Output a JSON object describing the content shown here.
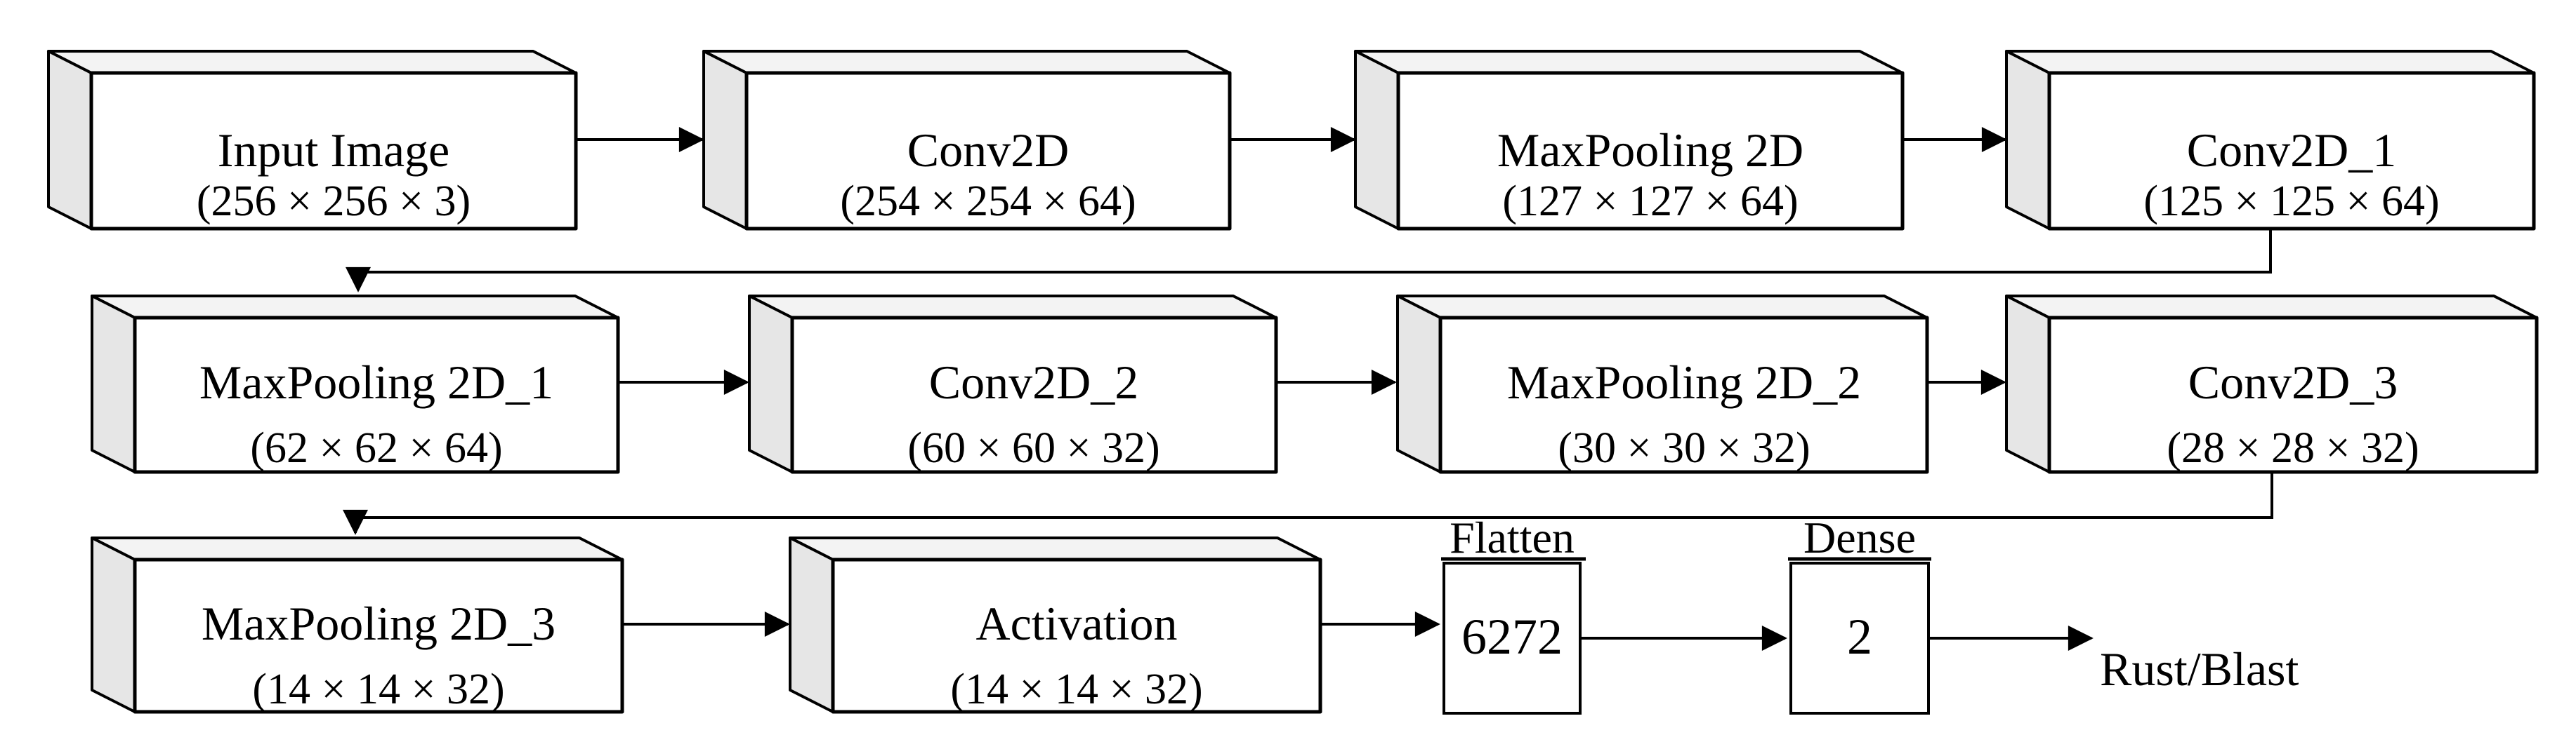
{
  "diagram": {
    "description": "CNN architecture flow diagram",
    "output_label": "Rust/Blast",
    "layers": [
      {
        "name": "Input Image",
        "dims": "(256 × 256 × 3)"
      },
      {
        "name": "Conv2D",
        "dims": "(254 × 254 × 64)"
      },
      {
        "name": "MaxPooling 2D",
        "dims": "(127 × 127 × 64)"
      },
      {
        "name": "Conv2D_1",
        "dims": "(125 × 125 × 64)"
      },
      {
        "name": "MaxPooling 2D_1",
        "dims": "(62 × 62 × 64)"
      },
      {
        "name": "Conv2D_2",
        "dims": "(60 × 60 × 32)"
      },
      {
        "name": "MaxPooling 2D_2",
        "dims": "(30 × 30 × 32)"
      },
      {
        "name": "Conv2D_3",
        "dims": "(28 × 28 × 32)"
      },
      {
        "name": "MaxPooling 2D_3",
        "dims": "(14 × 14 × 32)"
      },
      {
        "name": "Activation",
        "dims": "(14 × 14 × 32)"
      }
    ],
    "flatten": {
      "label": "Flatten",
      "units": "6272"
    },
    "dense": {
      "label": "Dense",
      "units": "2"
    },
    "colors": {
      "box_front": "#ffffff",
      "box_top": "#f3f3f3",
      "box_side": "#e6e6e6",
      "stroke": "#000000",
      "background": "#ffffff"
    }
  }
}
